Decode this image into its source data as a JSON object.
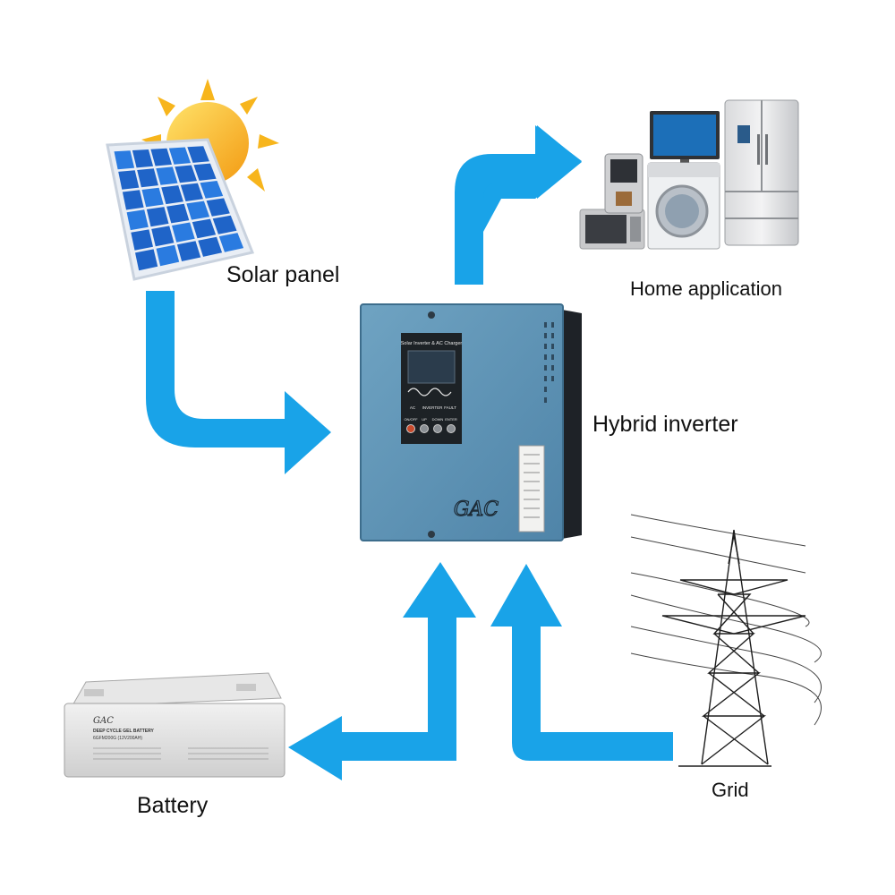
{
  "labels": {
    "solar_panel": "Solar panel",
    "home_application": "Home application",
    "hybrid_inverter": "Hybrid inverter",
    "battery": "Battery",
    "grid": "Grid"
  },
  "inverter": {
    "display_title": "Solar Inverter & AC Charger",
    "indicators": [
      "AC",
      "INVERTER",
      "FAULT"
    ],
    "buttons": [
      "ON/OFF",
      "UP",
      "DOWN",
      "ENTER"
    ],
    "brand": "GAC"
  },
  "battery": {
    "brand": "GAC",
    "type": "DEEP CYCLE GEL BATTERY",
    "model": "6GFM200G (12V200AH)"
  },
  "colors": {
    "arrow": "#19a3e8",
    "inverter_body": "#5f93b4",
    "solar_cell": "#1f64c8",
    "sun": "#f7b51c"
  }
}
